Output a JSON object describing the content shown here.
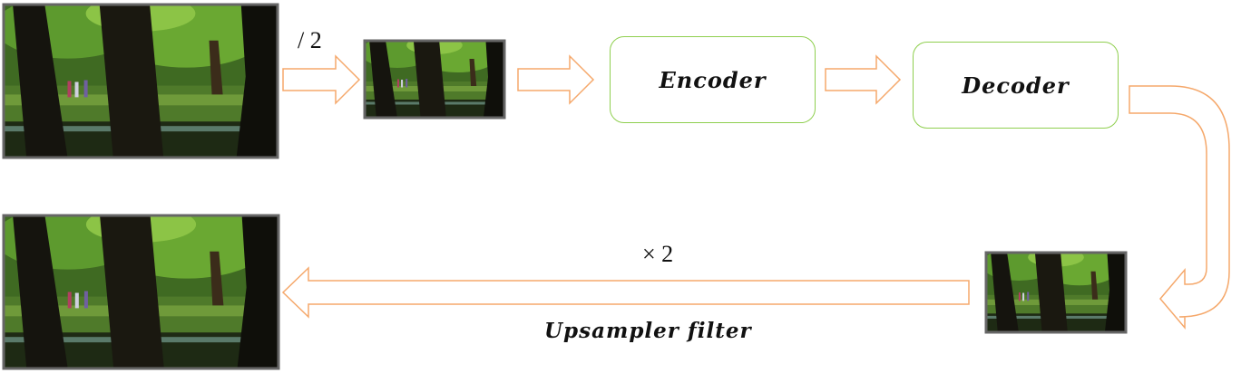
{
  "blocks": {
    "encoder": "Encoder",
    "decoder": "Decoder"
  },
  "labels": {
    "downscale": "/ 2",
    "upscale": "× 2",
    "upsampler": "Upsampler filter"
  },
  "colors": {
    "arrow": "#f5a86b",
    "block_border": "#8fcf4f",
    "image_frame": "#666666"
  }
}
